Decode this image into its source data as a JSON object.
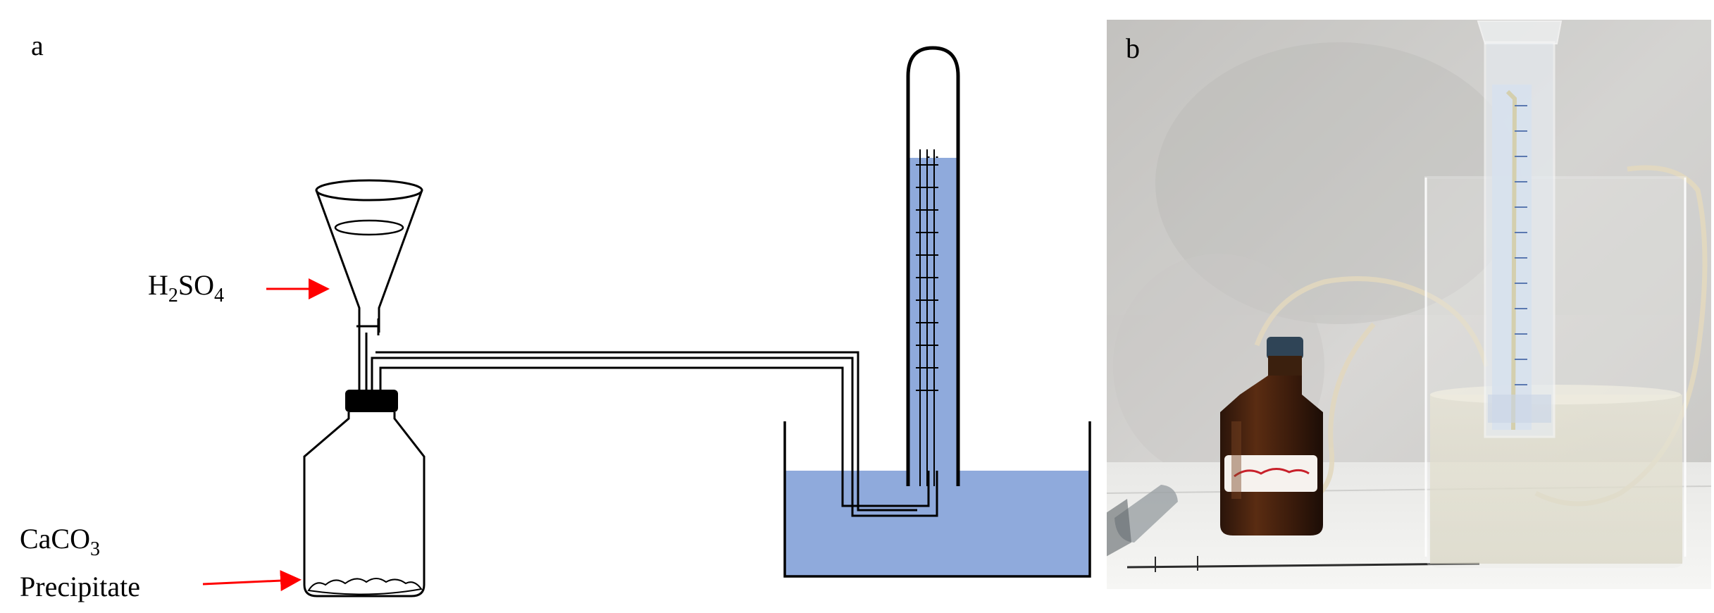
{
  "panels": {
    "a": {
      "label": "a"
    },
    "b": {
      "label": "b"
    }
  },
  "labels": {
    "acid": {
      "base": "H",
      "sub1": "2",
      "mid": "SO",
      "sub2": "4"
    },
    "carbonate": {
      "base": "CaCO",
      "sub": "3"
    },
    "precipitate": "Precipitate"
  },
  "colors": {
    "water": "#8faadc",
    "arrow": "#ff0000",
    "stroke": "#000000",
    "stopper": "#000000"
  }
}
